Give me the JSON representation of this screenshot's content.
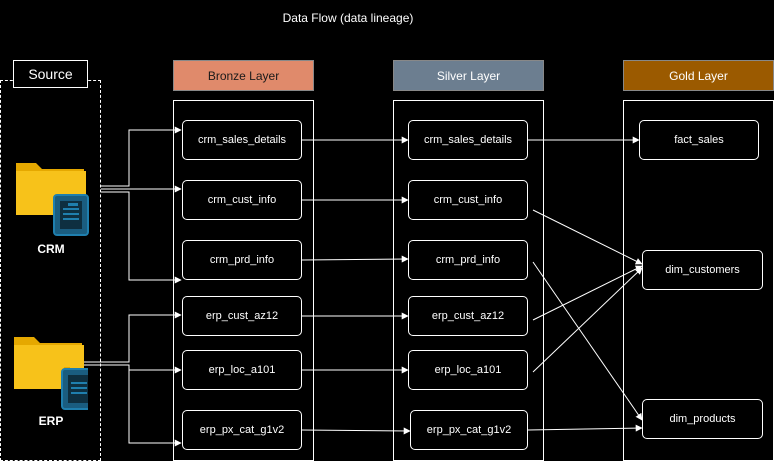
{
  "title": "Data Flow (data lineage)",
  "source": {
    "label": "Source",
    "systems": [
      {
        "id": "crm",
        "label": "CRM",
        "icon": "folder-document-icon"
      },
      {
        "id": "erp",
        "label": "ERP",
        "icon": "folder-document-icon"
      }
    ]
  },
  "layers": {
    "bronze": {
      "label": "Bronze Layer",
      "color": "#e08a6b",
      "tables": [
        "crm_sales_details",
        "crm_cust_info",
        "crm_prd_info",
        "erp_cust_az12",
        "erp_loc_a101",
        "erp_px_cat_g1v2"
      ]
    },
    "silver": {
      "label": "Silver Layer",
      "color": "#6c7e90",
      "tables": [
        "crm_sales_details",
        "crm_cust_info",
        "crm_prd_info",
        "erp_cust_az12",
        "erp_loc_a101",
        "erp_px_cat_g1v2"
      ]
    },
    "gold": {
      "label": "Gold Layer",
      "color": "#9b5a00",
      "tables": [
        "fact_sales",
        "dim_customers",
        "dim_products"
      ]
    }
  },
  "colors": {
    "folder": "#f7c21a",
    "folder_dark": "#e5a800",
    "doc_border": "#1f7fae",
    "doc_fill": "#1a5d80"
  }
}
